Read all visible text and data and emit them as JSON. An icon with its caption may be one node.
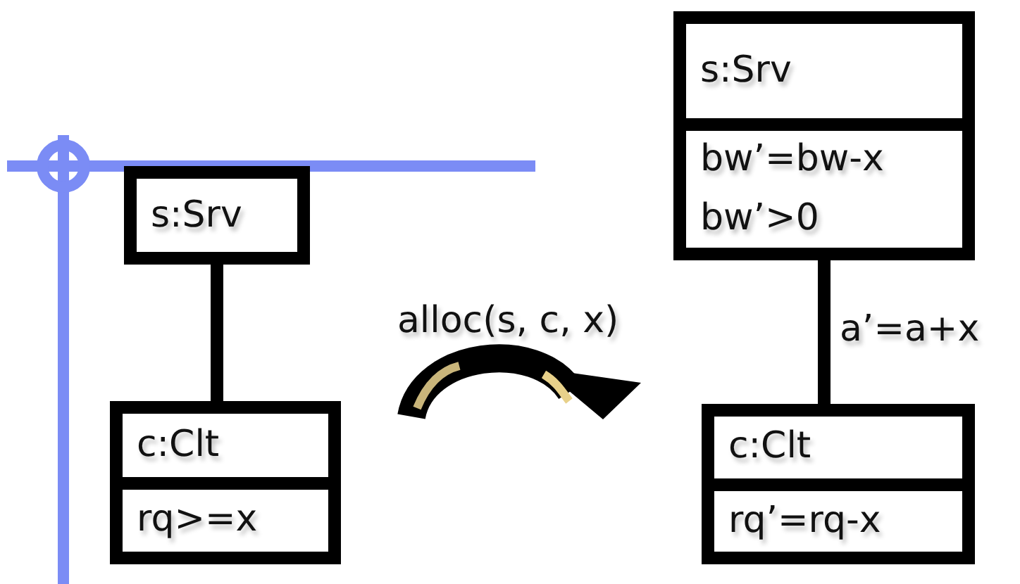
{
  "diagram": {
    "nodes": [
      {
        "text": [
          "s:Srv"
        ]
      },
      {
        "text": [
          "c:Clt",
          "rq>=x"
        ]
      },
      {
        "text": [
          "s:Srv",
          "bw’=bw-x",
          "bw’>0"
        ]
      },
      {
        "text": [
          "c:Clt",
          "rq’=rq-x"
        ]
      }
    ],
    "edges": [
      {
        "from": 0,
        "to": 1,
        "arrow": "none"
      },
      {
        "from": 2,
        "to": 3,
        "arrow": "none",
        "label": "a’=a+x"
      }
    ],
    "labels": [
      "alloc(s, c, x)"
    ]
  }
}
